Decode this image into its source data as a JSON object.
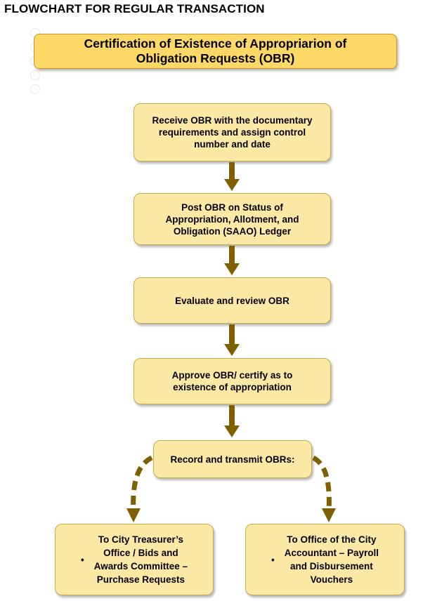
{
  "page_title": "FLOWCHART FOR REGULAR TRANSACTION",
  "header_box": "Certification of Existence of Appropriarion of\nObligation Requests (OBR)",
  "steps": [
    {
      "text": "Receive OBR with the documentary\nrequirements and assign control\nnumber and date"
    },
    {
      "text": "Post OBR on Status of\nAppropriation, Allotment, and\nObligation (SAAO) Ledger"
    },
    {
      "text": "Evaluate and review OBR"
    },
    {
      "text": "Approve OBR/ certify as to\nexistence of appropriation"
    },
    {
      "text": "Record and transmit OBRs:"
    }
  ],
  "destinations": [
    {
      "bullet": "•",
      "text": "To City Treasurer’s\nOffice / Bids and\nAwards Committee –\nPurchase Requests"
    },
    {
      "bullet": "•",
      "text": "To Office of the City\nAccountant –  Payroll\nand Disbursement\nVouchers"
    }
  ],
  "colors": {
    "header_fill": "#fed866",
    "box_fill": "#fde9a6",
    "box_border": "#c9a94e",
    "arrow": "#7f6000"
  }
}
